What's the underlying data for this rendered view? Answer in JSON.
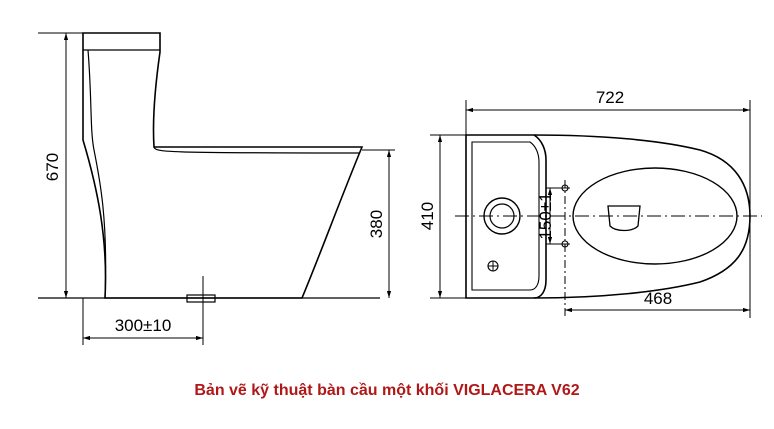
{
  "side_view": {
    "height_total": "670",
    "height_seat": "380",
    "rough_in": "300±10"
  },
  "top_view": {
    "length_total": "722",
    "width_total": "410",
    "bowl_length": "468",
    "mount_spacing": "150±1"
  },
  "caption": "Bản vẽ kỹ thuật bàn cầu một khối VIGLACERA V62",
  "colors": {
    "caption": "#b01818",
    "lines": "#000000"
  }
}
